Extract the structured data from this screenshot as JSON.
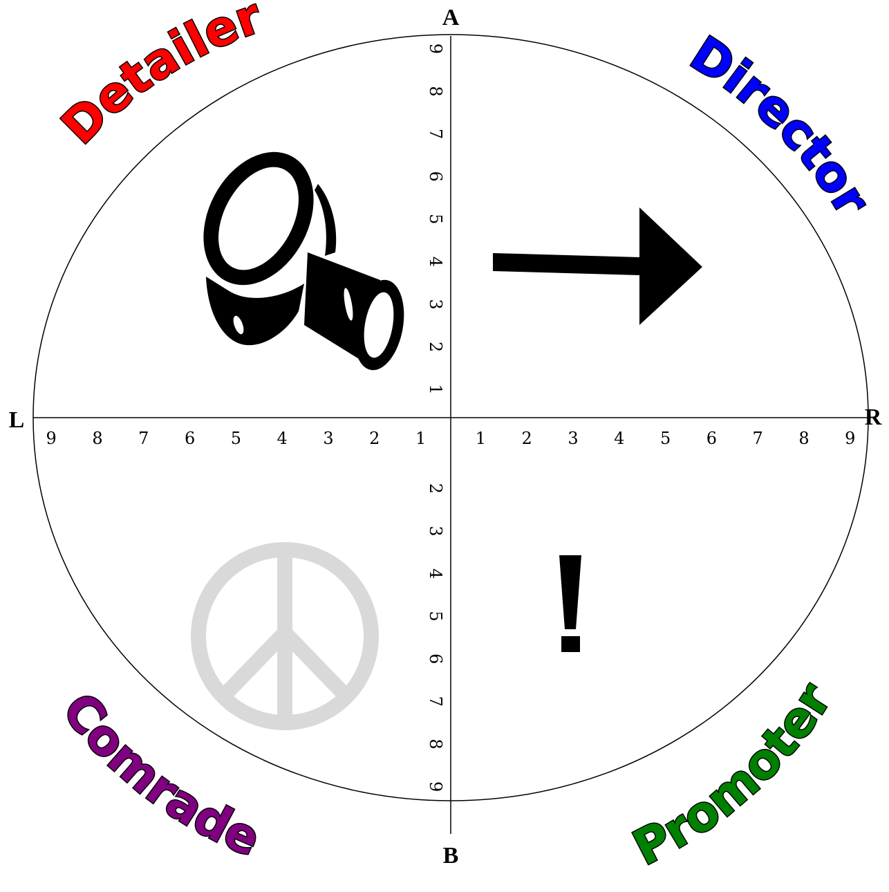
{
  "axes": {
    "top": "A",
    "bottom": "B",
    "left": "L",
    "right": "R",
    "tick_labels": [
      "1",
      "2",
      "3",
      "4",
      "5",
      "6",
      "7",
      "8",
      "9"
    ]
  },
  "quadrants": [
    {
      "name": "Detailer",
      "color": "#ff0000",
      "icon": "magnifying-glass-icon",
      "icon_color": "#000000"
    },
    {
      "name": "Director",
      "color": "#0000ff",
      "icon": "arrow-right-icon",
      "icon_color": "#000000"
    },
    {
      "name": "Comrade",
      "color": "#800080",
      "icon": "peace-sign-icon",
      "icon_color": "#d9d9d9"
    },
    {
      "name": "Promoter",
      "color": "#008000",
      "icon": "exclamation-icon",
      "icon_color": "#000000"
    }
  ]
}
